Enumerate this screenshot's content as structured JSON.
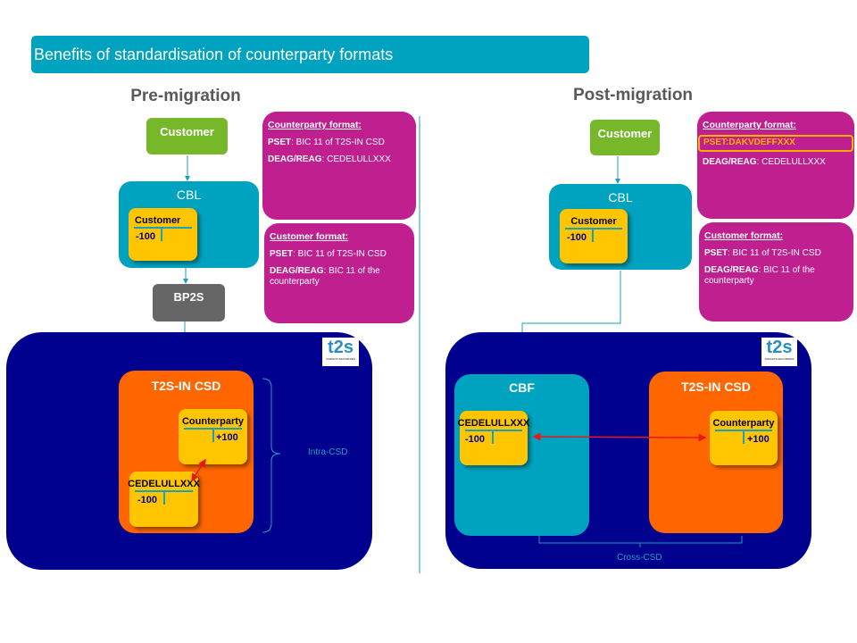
{
  "title": "Benefits of standardisation of counterparty formats",
  "pre": {
    "heading": "Pre-migration",
    "customer": "Customer",
    "cbl": "CBL",
    "cbl_account": {
      "name": "Customer",
      "value": "-100"
    },
    "bp2s": "BP2S",
    "t2s_csd": "T2S-IN CSD",
    "counterparty_account": {
      "name": "Counterparty",
      "value": "+100"
    },
    "cedel_account": {
      "name": "CEDELULLXXX",
      "value": "-100"
    },
    "intra_label": "Intra-CSD",
    "counterparty_format": {
      "title": "Counterparty format:",
      "pset_label": "PSET",
      "pset_value": ": BIC  11 of T2S-IN  CSD",
      "deag_label": "DEAG/REAG",
      "deag_value": ":   CEDELULLXXX"
    },
    "customer_format": {
      "title": "Customer format:",
      "pset_label": "PSET",
      "pset_value": ": BIC  11 of T2S-IN  CSD",
      "deag_label": "DEAG/REAG",
      "deag_value": ":  BIC  11 of the counterparty"
    }
  },
  "post": {
    "heading": "Post-migration",
    "customer": "Customer",
    "cbl": "CBL",
    "cbl_account": {
      "name": "Customer",
      "value": "-100"
    },
    "cbf": "CBF",
    "t2s_csd": "T2S-IN CSD",
    "cedel_account": {
      "name": "CEDELULLXXX",
      "value": "-100"
    },
    "counterparty_account": {
      "name": "Counterparty",
      "value": "+100"
    },
    "cross_label": "Cross-CSD",
    "counterparty_format": {
      "title": "Counterparty format:",
      "pset_highlight": "PSET:DAKVDEFFXXX",
      "deag_label": "DEAG/REAG",
      "deag_value": ":   CEDELULLXXX"
    },
    "customer_format": {
      "title": "Customer format:",
      "pset_label": "PSET",
      "pset_value": ": BIC  11 of T2S-IN  CSD",
      "deag_label": "DEAG/REAG",
      "deag_value": ":  BIC  11 of the counterparty"
    }
  },
  "logo": {
    "text": "t2s",
    "subtitle": "TARGET2-SECURITIES"
  },
  "colors": {
    "teal": "#00A3BF",
    "green": "#77B82A",
    "magenta": "#C0208F",
    "navy": "#00008F",
    "orange": "#FF6600",
    "yellow": "#FFC600",
    "highlight": "#FFB000",
    "arrow": "#E81818"
  }
}
